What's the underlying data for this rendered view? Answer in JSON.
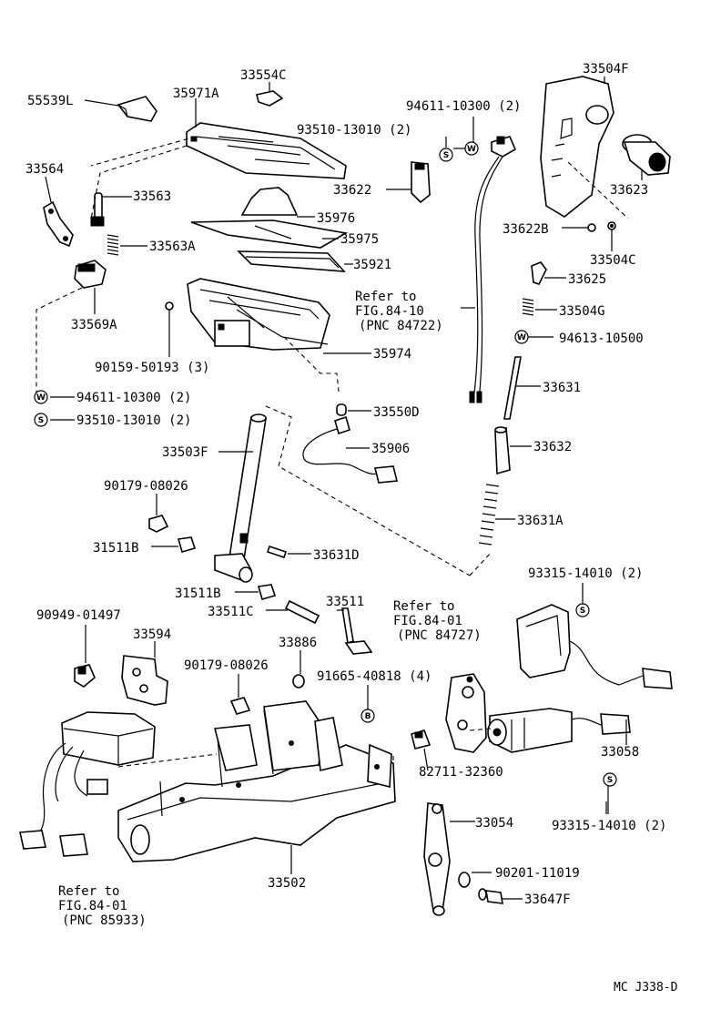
{
  "diagram": {
    "footer_code": "MC J338-D",
    "parts": {
      "p55539L": "55539L",
      "p35971A": "35971A",
      "p33554C": "33554C",
      "p33504F": "33504F",
      "p94611_a": "94611-10300 (2)",
      "p93510_a": "93510-13010 (2)",
      "p33564": "33564",
      "p33563": "33563",
      "p33622": "33622",
      "p33623": "33623",
      "p35976": "35976",
      "p35975": "35975",
      "p33622B": "33622B",
      "p33563A": "33563A",
      "p33504C": "33504C",
      "p35921": "35921",
      "p33625": "33625",
      "p33569A": "33569A",
      "p33504G": "33504G",
      "p94613": "94613-10500",
      "p90159": "90159-50193 (3)",
      "p35974": "35974",
      "p94611_b": "94611-10300 (2)",
      "p93510_b": "93510-13010 (2)",
      "p33631": "33631",
      "p33550D": "33550D",
      "p33503F": "33503F",
      "p35906": "35906",
      "p33632": "33632",
      "p90179_a": "90179-08026",
      "p33631A": "33631A",
      "p31511B_a": "31511B",
      "p33631D": "33631D",
      "p93315_a": "93315-14010 (2)",
      "p31511B_b": "31511B",
      "p33511": "33511",
      "p33511C": "33511C",
      "p90949": "90949-01497",
      "p33594": "33594",
      "p33886": "33886",
      "p90179_b": "90179-08026",
      "p91665": "91665-40818 (4)",
      "p82711": "82711-32360",
      "p33058": "33058",
      "p33054": "33054",
      "p93315_b": "93315-14010 (2)",
      "p90201": "90201-11019",
      "p33502": "33502",
      "p33647F": "33647F"
    },
    "refs": {
      "r1": [
        "Refer to",
        "FIG.84-10",
        "(PNC 84722)"
      ],
      "r2": [
        "Refer to",
        "FIG.84-01",
        "(PNC 84727)"
      ],
      "r3": [
        "Refer to",
        "FIG.84-01",
        "(PNC 85933)"
      ]
    },
    "fastener_marks": {
      "w": "W",
      "s": "S",
      "b": "B"
    }
  }
}
